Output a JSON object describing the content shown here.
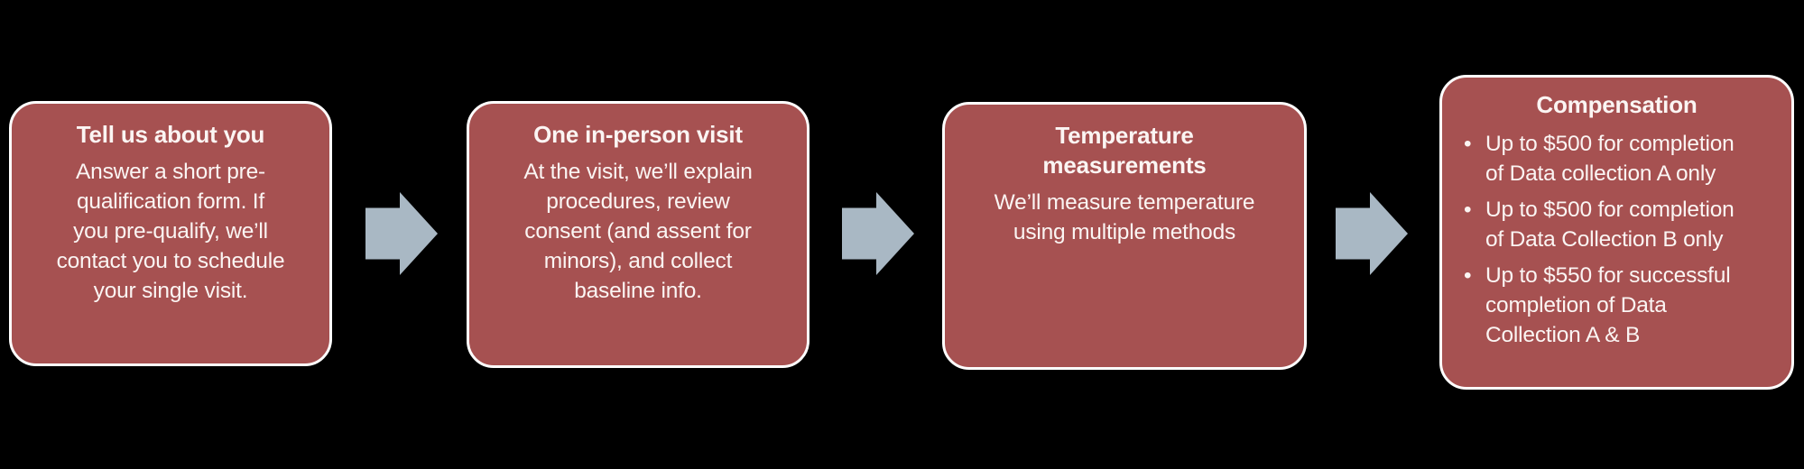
{
  "diagram": {
    "kind": "process-flow",
    "bullet_char": "•",
    "steps": [
      {
        "title": "Tell us about you",
        "body": "Answer a short pre-\nqualification form. If\nyou pre-qualify, we’ll\ncontact you to schedule\nyour single visit."
      },
      {
        "title": "One in-person visit",
        "body": "At the visit, we’ll explain\nprocedures, review\nconsent (and assent for\nminors), and collect\nbaseline info."
      },
      {
        "title": "Temperature\nmeasurements",
        "body": "We’ll measure temperature\nusing multiple methods"
      },
      {
        "title": "Compensation",
        "bullets": [
          "Up to $500 for completion\nof Data collection A only",
          "Up to $500 for completion\nof Data Collection B only",
          "Up to $550 for successful\ncompletion of Data\nCollection A & B"
        ]
      }
    ]
  },
  "colors": {
    "box_fill": "#a65151",
    "box_border": "#ffffff",
    "arrow_fill": "#a9b8c4",
    "text_color": "#fbf5f3",
    "background": "#000000"
  }
}
